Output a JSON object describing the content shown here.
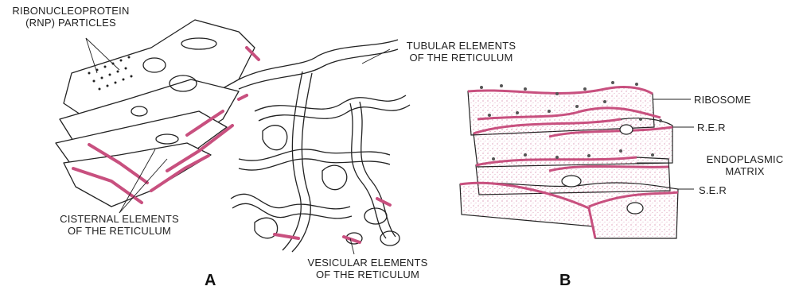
{
  "panel_a": {
    "letter": "A",
    "labels": {
      "rnp": [
        "RIBONUCLEOPROTEIN",
        "(RNP) PARTICLES"
      ],
      "tubular": [
        "TUBULAR ELEMENTS",
        "OF THE RETICULUM"
      ],
      "cisternal": [
        "CISTERNAL ELEMENTS",
        "OF THE RETICULUM"
      ],
      "vesicular": [
        "VESICULAR ELEMENTS",
        "OF THE RETICULUM"
      ]
    }
  },
  "panel_b": {
    "letter": "B",
    "labels": {
      "ribosome": "RIBOSOME",
      "rer": "R.E.R",
      "matrix": [
        "ENDOPLASMIC",
        "MATRIX"
      ],
      "ser": "S.E.R"
    }
  },
  "colors": {
    "ink": "#222222",
    "membrane_pink": "#c8507f",
    "matrix_pink": "#e9a9c2",
    "dots": "#b03a6e"
  }
}
